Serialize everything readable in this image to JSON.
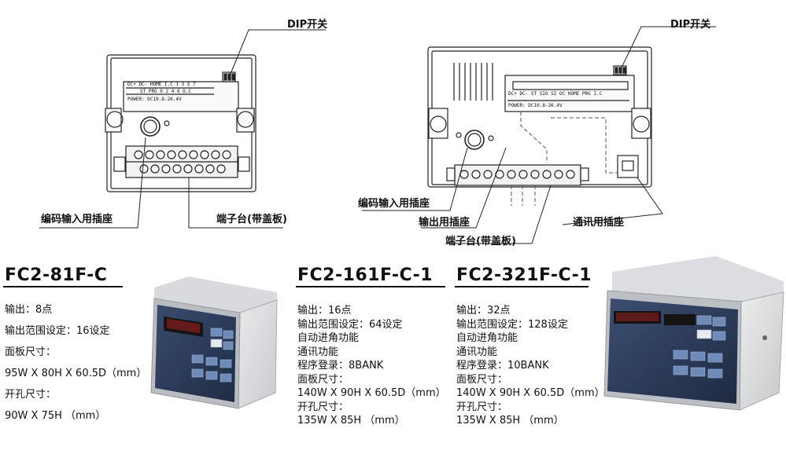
{
  "diagram_left": {
    "dip_label": "DIP开关",
    "encoder_label": "编码输入用插座",
    "terminal_label": "端子台(带盖板)",
    "board_row1": "DC+ DC- HOME I.C 1 3 5 7",
    "board_row2": "ST PRG 0 2 4 6 O.C",
    "board_power": "POWER: DC10.8-26.4V"
  },
  "diagram_right": {
    "dip_label": "DIP开关",
    "encoder_label": "编码输入用插座",
    "output_label": "输出用插座",
    "terminal_label": "端子台(带盖板)",
    "comm_label": "通讯用插座",
    "board_row1": "DC+ DC- ST SIO SI OC HOME PRG I.C",
    "board_power": "POWER: DC10.8-26.4V"
  },
  "products": [
    {
      "model": "FC2-81F-C",
      "specs": [
        "输出：8点",
        "输出范围设定：16设定",
        "面板尺寸：",
        "95W X 80H X 60.5D（mm）",
        "开孔尺寸：",
        "90W X 75H （mm）"
      ]
    },
    {
      "model": "FC2-161F-C-1",
      "specs": [
        "输出：16点",
        "输出范围设定：64设定",
        "自动进角功能",
        "通讯功能",
        "程序登录：8BANK",
        "面板尺寸：",
        "140W X 90H X 60.5D（mm）",
        "开孔尺寸：",
        "135W X 85H （mm）"
      ]
    },
    {
      "model": "FC2-321F-C-1",
      "specs": [
        "输出：32点",
        "输出范围设定：128设定",
        "自动进角功能",
        "通讯功能",
        "程序登录：10BANK",
        "面板尺寸：",
        "140W X 90H X 60.5D（mm）",
        "开孔尺寸：",
        "135W X 85H （mm）"
      ]
    }
  ]
}
